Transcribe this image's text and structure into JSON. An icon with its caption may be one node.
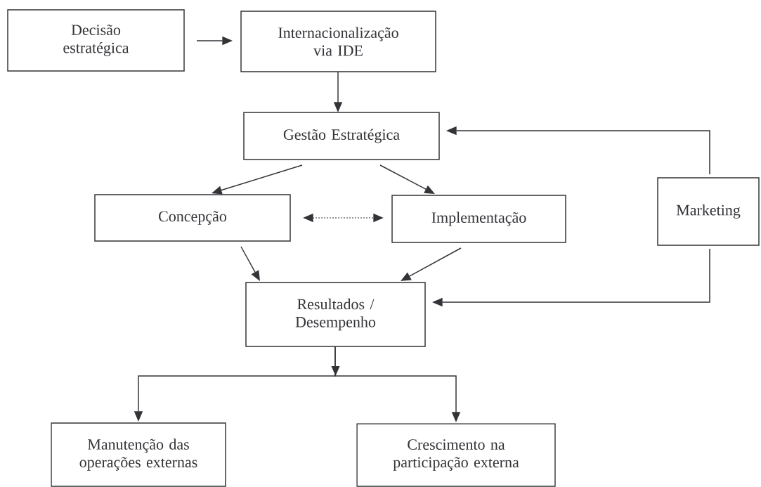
{
  "diagram": {
    "nodes": [
      {
        "text": [
          "Decisão estratégica"
        ]
      },
      {
        "text": [
          "Internacionalização via IDE"
        ]
      },
      {
        "text": [
          "Gestão Estratégica"
        ]
      },
      {
        "text": [
          "Concepção"
        ]
      },
      {
        "text": [
          "Implementação"
        ]
      },
      {
        "text": [
          "Marketing"
        ]
      },
      {
        "text": [
          "Resultados / Desempenho"
        ]
      },
      {
        "text": [
          "Manutenção das operações externas"
        ]
      },
      {
        "text": [
          "Crescimento na participação externa"
        ]
      }
    ],
    "edges": [
      {
        "from": 0,
        "to": 1,
        "arrow": "to"
      },
      {
        "from": 1,
        "to": 2,
        "arrow": "to"
      },
      {
        "from": 2,
        "to": 3,
        "arrow": "to"
      },
      {
        "from": 2,
        "to": 4,
        "arrow": "to"
      },
      {
        "from": 3,
        "to": 4,
        "arrow": "both",
        "style": "dashed"
      },
      {
        "from": 3,
        "to": 6,
        "arrow": "to"
      },
      {
        "from": 4,
        "to": 6,
        "arrow": "to"
      },
      {
        "from": 5,
        "to": 2,
        "arrow": "to"
      },
      {
        "from": 5,
        "to": 6,
        "arrow": "to"
      },
      {
        "from": 6,
        "to": 7,
        "arrow": "to"
      },
      {
        "from": 6,
        "to": 8,
        "arrow": "to"
      }
    ]
  }
}
